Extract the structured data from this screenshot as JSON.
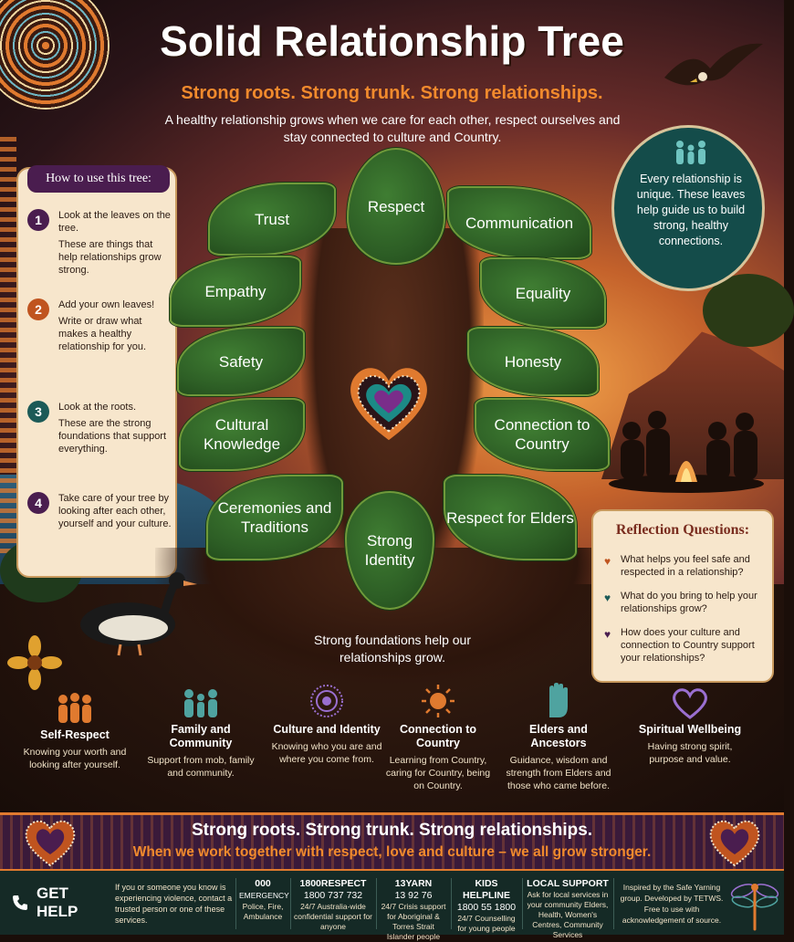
{
  "title": "Solid Relationship Tree",
  "subtitle": "Strong roots. Strong trunk. Strong relationships.",
  "intro": "A healthy relationship grows when we care for each other, respect ourselves and stay connected to culture and Country.",
  "how_to": {
    "title": "How to use this tree:",
    "steps": [
      {
        "num": "1",
        "line1": "Look at the leaves on the tree.",
        "line2": "These are things that help relationships grow strong.",
        "color": "#4a1d4f"
      },
      {
        "num": "2",
        "line1": "Add your own leaves!",
        "line2": "Write or draw what makes a healthy relationship for you.",
        "color": "#c0541f"
      },
      {
        "num": "3",
        "line1": "Look at the roots.",
        "line2": "These are the strong foundations that support everything.",
        "color": "#1c5a57"
      },
      {
        "num": "4",
        "line1": "Take care of your tree by looking after each other, yourself and your culture.",
        "line2": "",
        "color": "#4a1d4f"
      }
    ]
  },
  "bubble": {
    "text": "Every relationship is unique. These leaves help guide us to build strong, healthy connections."
  },
  "leaves": {
    "respect": "Respect",
    "trust": "Trust",
    "communication": "Communication",
    "empathy": "Empathy",
    "equality": "Equality",
    "safety": "Safety",
    "honesty": "Honesty",
    "cultural_knowledge": "Cultural Knowledge",
    "connection_to_country": "Connection to Country",
    "ceremonies": "Ceremonies and Traditions",
    "respect_elders": "Respect for Elders",
    "strong_identity": "Strong Identity"
  },
  "foundations": "Strong foundations help our relationships grow.",
  "reflection": {
    "title": "Reflection Questions:",
    "questions": [
      {
        "text": "What helps you feel safe and respected in a relationship?",
        "color": "#c0541f"
      },
      {
        "text": "What do you bring to help your relationships grow?",
        "color": "#1c5a57"
      },
      {
        "text": "How does your culture and connection to Country support your relationships?",
        "color": "#4a1d4f"
      }
    ]
  },
  "roots": [
    {
      "title": "Self-Respect",
      "desc": "Knowing your worth and looking after yourself.",
      "icon": "people-icon",
      "color": "#e07a2f"
    },
    {
      "title": "Family and Community",
      "desc": "Support from mob, family and community.",
      "icon": "family-icon",
      "color": "#4fa3a0"
    },
    {
      "title": "Culture and Identity",
      "desc": "Knowing who you are and where you come from.",
      "icon": "concentric-circles-icon",
      "color": "#9a6fd0"
    },
    {
      "title": "Connection to Country",
      "desc": "Learning from Country, caring for Country, being on Country.",
      "icon": "sun-icon",
      "color": "#e07a2f"
    },
    {
      "title": "Elders and Ancestors",
      "desc": "Guidance, wisdom and strength from Elders and those who came before.",
      "icon": "hand-icon",
      "color": "#4fa3a0"
    },
    {
      "title": "Spiritual Wellbeing",
      "desc": "Having strong spirit, purpose and value.",
      "icon": "heart-icon",
      "color": "#9a6fd0"
    }
  ],
  "banner": {
    "line1": "Strong roots. Strong trunk. Strong relationships.",
    "line2": "When we work together with respect, love and culture – we all grow stronger."
  },
  "footer": {
    "get_help": "GET HELP",
    "note": "If you or someone you know is experiencing violence, contact a trusted person or one of these services.",
    "contacts": [
      {
        "name": "000",
        "number": "EMERGENCY",
        "desc": "Police, Fire, Ambulance"
      },
      {
        "name": "1800RESPECT",
        "number": "1800 737 732",
        "desc": "24/7 Australia-wide confidential support for anyone"
      },
      {
        "name": "13YARN",
        "number": "13 92 76",
        "desc": "24/7 Crisis support for Aboriginal & Torres Strait Islander people"
      },
      {
        "name": "KIDS HELPLINE",
        "number": "1800 55 1800",
        "desc": "24/7 Counselling for young people"
      },
      {
        "name": "LOCAL SUPPORT",
        "number": "",
        "desc": "Ask for local services in your community Elders, Health, Women's Centres, Community Services"
      }
    ],
    "credit": "Inspired by the Safe Yarning group. Developed by TETWS. Free to use with acknowledgement of source."
  }
}
